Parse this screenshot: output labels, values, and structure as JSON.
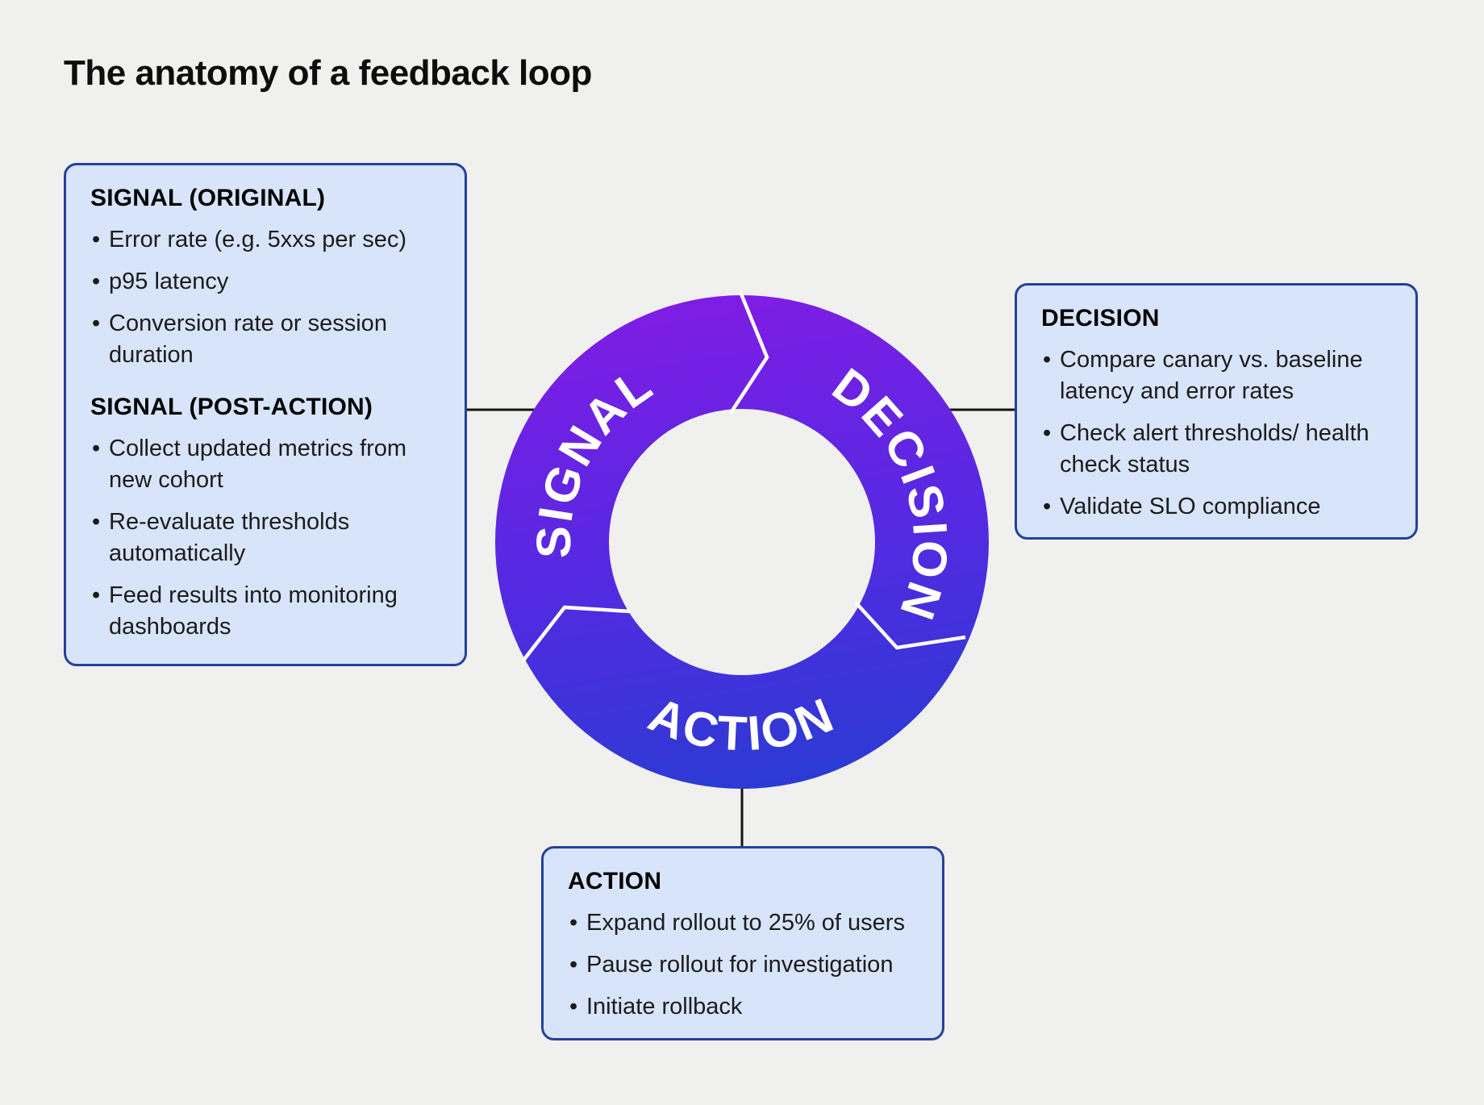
{
  "title": "The anatomy of a feedback loop",
  "ring": {
    "labels": {
      "signal": "SIGNAL",
      "decision": "DECISION",
      "action": "ACTION"
    },
    "gradient_top": "#7F1DE4",
    "gradient_mid": "#5629E2",
    "gradient_bottom": "#2B3BD3",
    "label_color": "#FFFFFF"
  },
  "boxes": {
    "signal": {
      "heading_original": "SIGNAL (ORIGINAL)",
      "items_original": [
        "Error rate (e.g. 5xxs per sec)",
        "p95 latency",
        "Conversion rate or session duration"
      ],
      "heading_post_action": "SIGNAL (POST-ACTION)",
      "items_post_action": [
        "Collect updated metrics from new cohort",
        "Re-evaluate thresholds automatically",
        "Feed results into monitoring dashboards"
      ]
    },
    "decision": {
      "heading": "DECISION",
      "items": [
        "Compare canary vs. baseline latency and error rates",
        "Check alert thresholds/ health check status",
        "Validate SLO compliance"
      ]
    },
    "action": {
      "heading": "ACTION",
      "items": [
        "Expand rollout to 25% of users",
        "Pause rollout for investigation",
        "Initiate rollback"
      ]
    }
  },
  "colors": {
    "background": "#F0F0EE",
    "box_fill": "#D8E4FA",
    "box_border": "#24419C",
    "connector": "#141414",
    "separator": "#FFFFFF"
  }
}
